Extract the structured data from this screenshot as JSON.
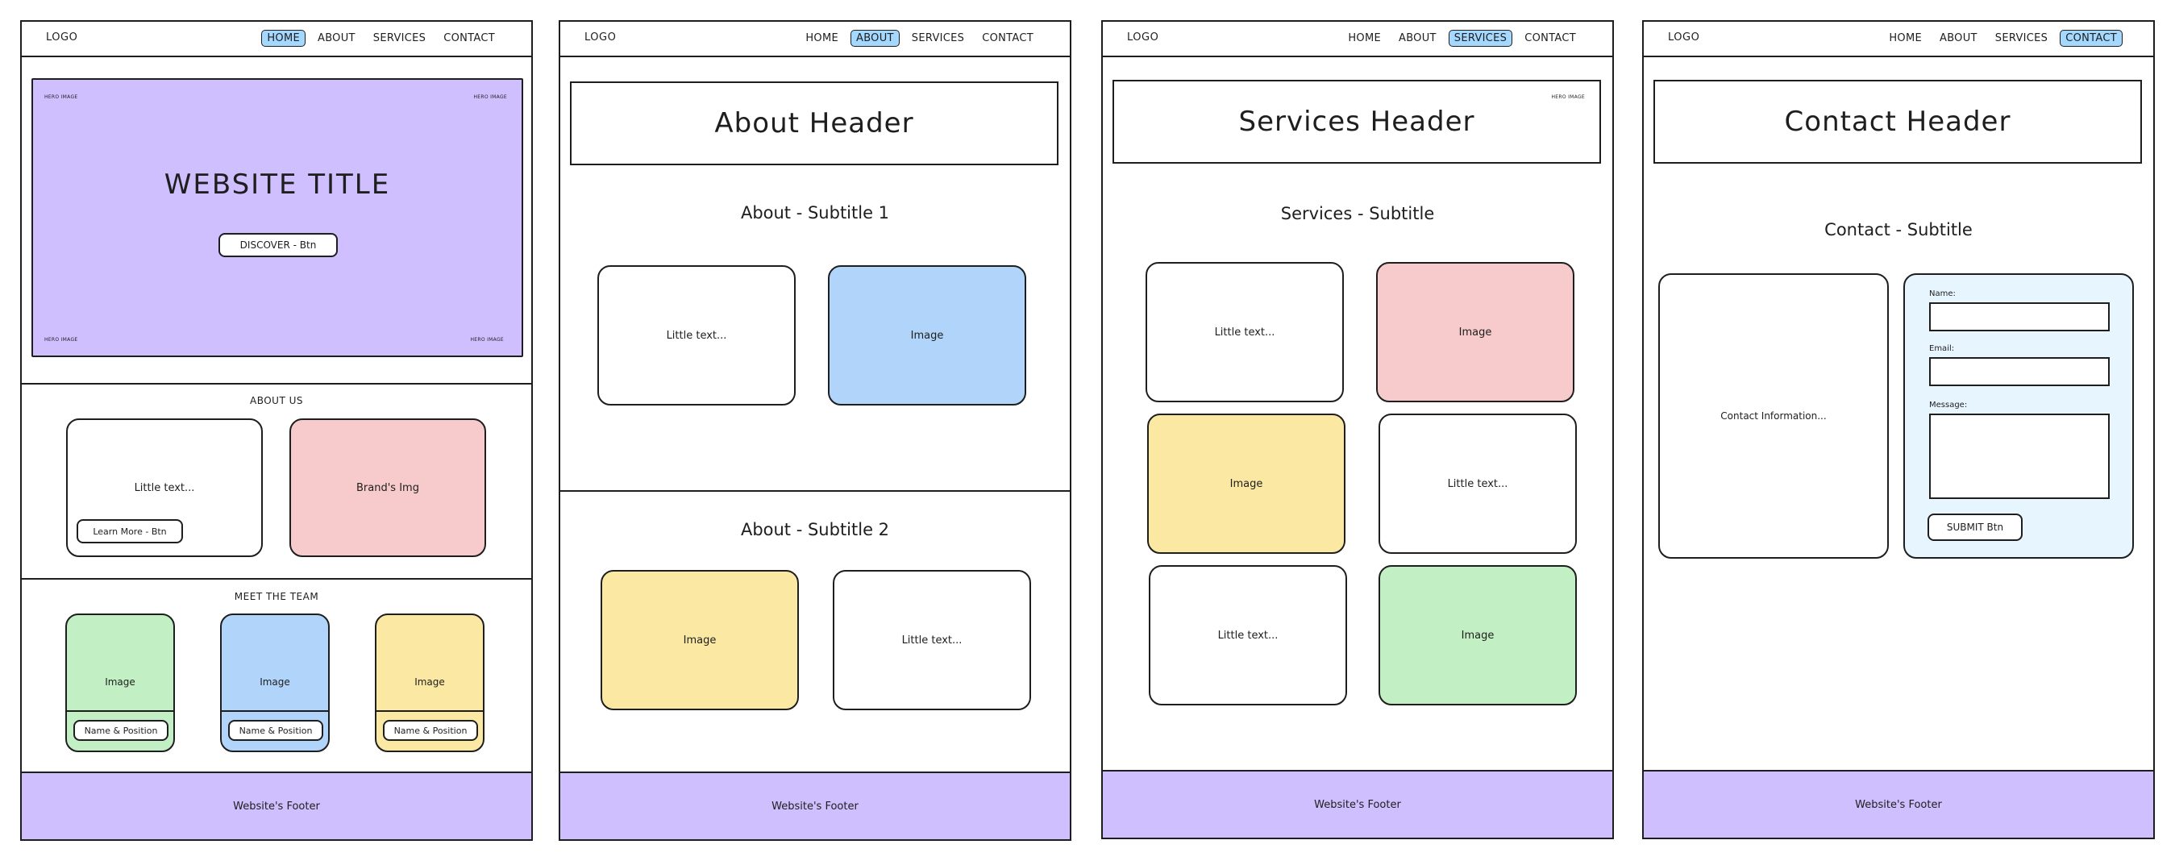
{
  "colors": {
    "purple": "#d0bfff",
    "blue": "#a5d8ff",
    "blue_light": "#b1d5fa",
    "red": "#f7cbcb",
    "yellow": "#fbe9a3",
    "green": "#c2f0c4",
    "form_bg": "#e7f5ff"
  },
  "nav": {
    "logo": "LOGO",
    "home": "HOME",
    "about": "ABOUT",
    "services": "SERVICES",
    "contact": "CONTACT"
  },
  "footer_text": "Website's Footer",
  "home": {
    "hero_tag": "HERO IMAGE",
    "title": "WEBSITE TITLE",
    "discover_btn": "DISCOVER - Btn",
    "about_us_heading": "ABOUT US",
    "little_text": "Little text...",
    "learn_more_btn": "Learn More - Btn",
    "brand_img": "Brand's Img",
    "team_heading": "MEET THE TEAM",
    "image_label": "Image",
    "name_position": "Name & Position"
  },
  "about": {
    "header": "About Header",
    "subtitle1": "About - Subtitle 1",
    "subtitle2": "About - Subtitle 2",
    "little_text": "Little text...",
    "image_label": "Image"
  },
  "services": {
    "hero_tag": "HERO IMAGE",
    "header": "Services Header",
    "subtitle": "Services - Subtitle",
    "little_text": "Little text...",
    "image_label": "Image"
  },
  "contact": {
    "header": "Contact Header",
    "subtitle": "Contact - Subtitle",
    "info": "Contact Information...",
    "name_label": "Name:",
    "email_label": "Email:",
    "message_label": "Message:",
    "submit_btn": "SUBMIT Btn"
  }
}
